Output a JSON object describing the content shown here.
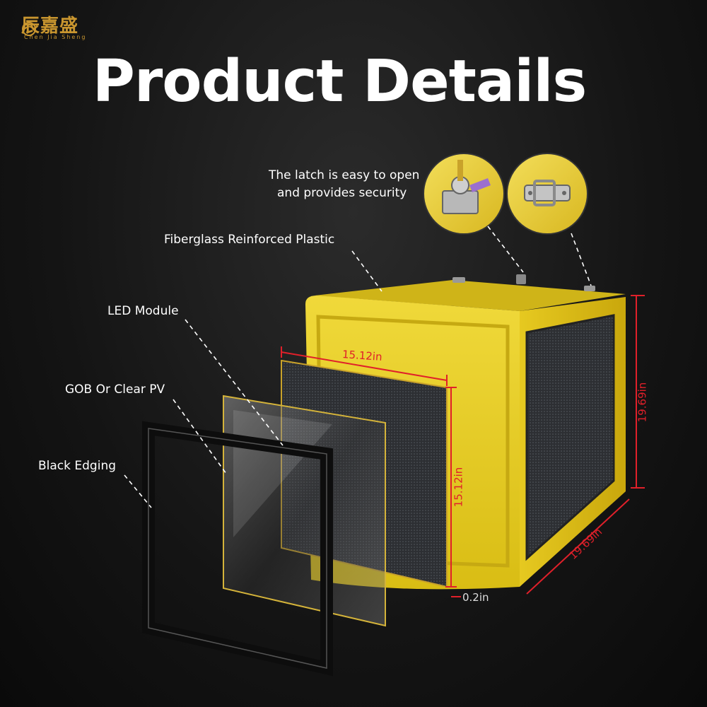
{
  "brand": {
    "name_cn": "辰嘉盛",
    "name_en": "Chen Jia Sheng"
  },
  "title": "Product Details",
  "callouts": {
    "latch_line1": "The latch is easy to open",
    "latch_line2": "and provides security",
    "fiberglass": "Fiberglass Reinforced Plastic",
    "led_module": "LED Module",
    "gob": "GOB Or Clear PV",
    "black_edging": "Black Edging"
  },
  "dimensions": {
    "panel_width": "15.12in",
    "panel_height": "15.12in",
    "box_height": "19.69in",
    "box_depth": "19.69in",
    "thickness": "0.2in"
  },
  "colors": {
    "box_yellow": "#e8cf2a",
    "dimension_red": "#e0202a",
    "panel_gold_edge": "#c9a22a"
  },
  "icons": [
    "lock-with-keys-icon",
    "hasp-latch-icon"
  ]
}
